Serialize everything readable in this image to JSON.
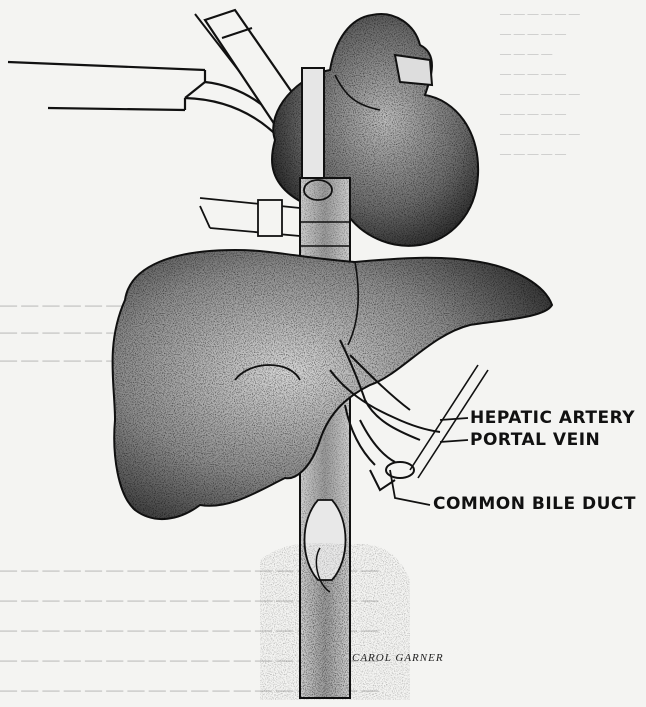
{
  "labels": {
    "hepatic_artery": "HEPATIC ARTERY",
    "portal_vein": "PORTAL VEIN",
    "common_bile_duct": "COMMON BILE DUCT"
  },
  "signature": "CAROL GARNER",
  "colors": {
    "background": "#f4f4f2",
    "ink": "#111111",
    "stipple": "#444444"
  }
}
